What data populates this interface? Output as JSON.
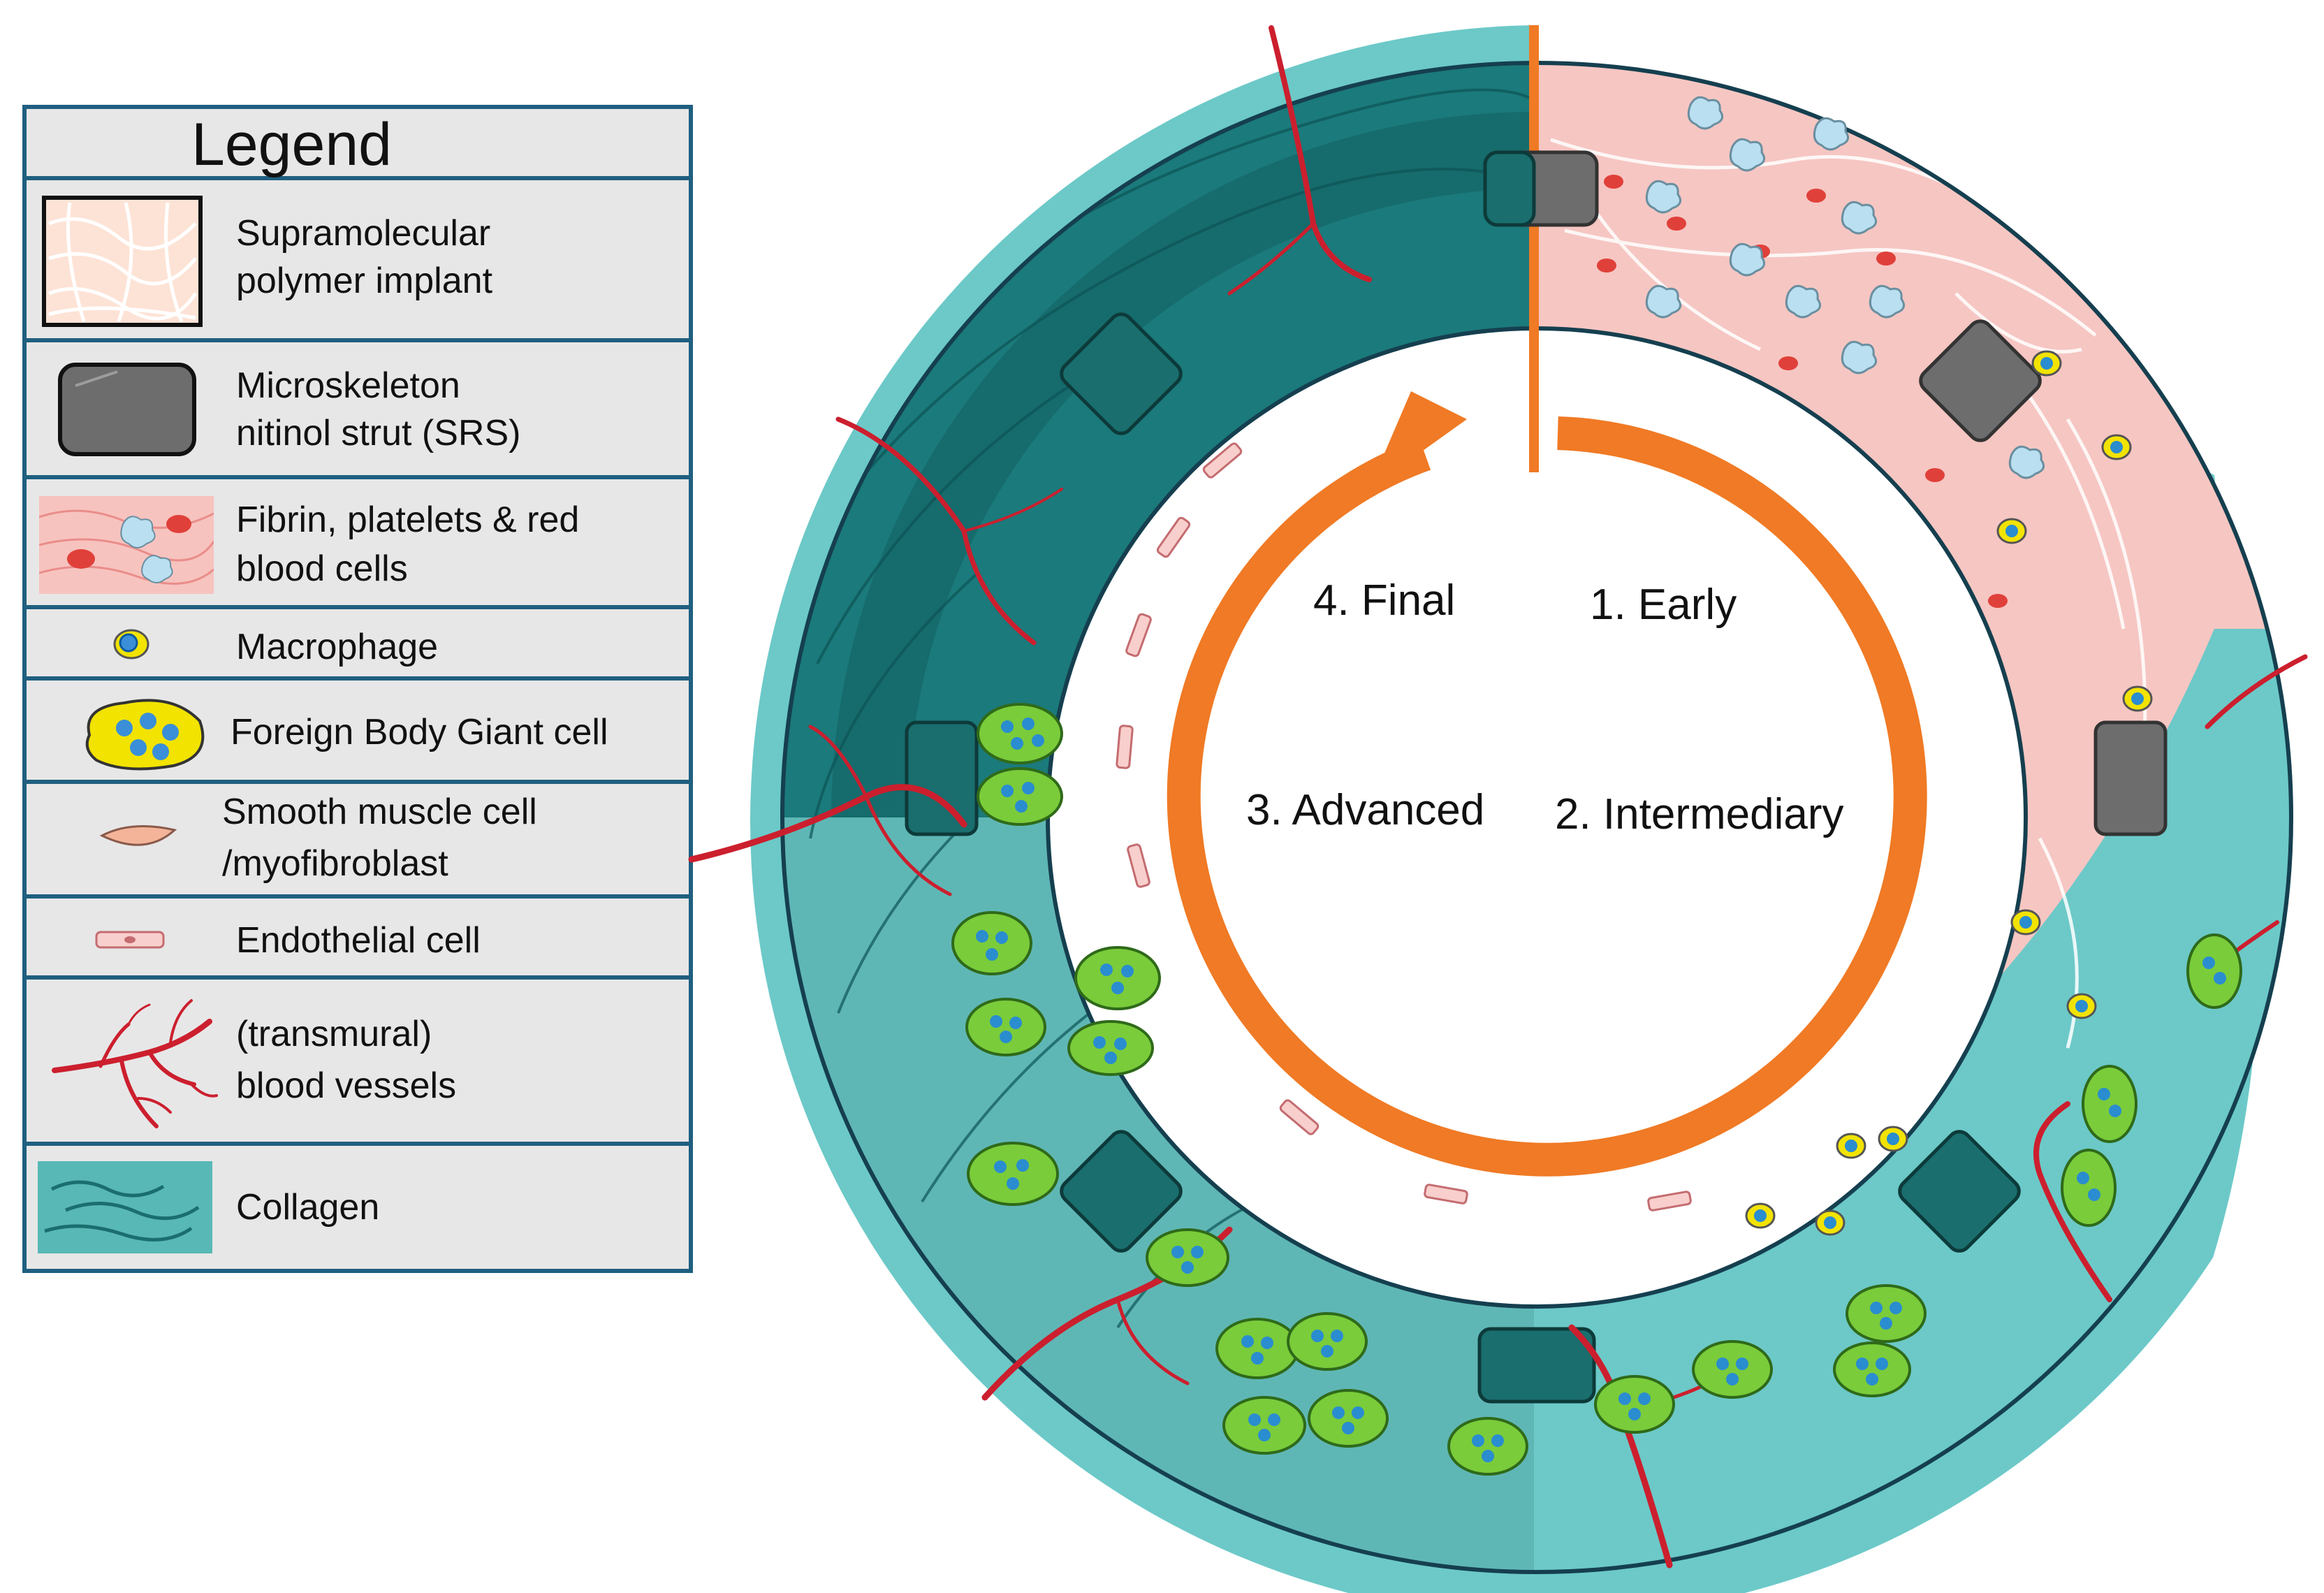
{
  "legend": {
    "title": "Legend",
    "items": [
      {
        "id": "implant",
        "line1": "Supramolecular",
        "line2": "polymer implant"
      },
      {
        "id": "strut",
        "line1": "Microskeleton",
        "line2": "nitinol strut (SRS)"
      },
      {
        "id": "fibrin",
        "line1": "Fibrin, platelets &  red",
        "line2": "blood cells"
      },
      {
        "id": "macrophage",
        "line1": "Macrophage"
      },
      {
        "id": "fbgc",
        "line1": "Foreign Body Giant cell"
      },
      {
        "id": "smc",
        "line1": "Smooth muscle cell",
        "line2": "/myofibroblast"
      },
      {
        "id": "endothelial",
        "line1": "Endothelial cell"
      },
      {
        "id": "vessels",
        "line1": "(transmural)",
        "line2": "blood vessels"
      },
      {
        "id": "collagen",
        "line1": "Collagen"
      }
    ]
  },
  "stages": {
    "early": "1. Early",
    "intermediary": "2. Intermediary",
    "advanced": "3. Advanced",
    "final": "4. Final"
  },
  "colors": {
    "legend_border": "#1f5f80",
    "legend_bg": "#e7e7e7",
    "implant_pink": "#f8c8c4",
    "collagen_light": "#6cc9c8",
    "collagen_dark": "#16787a",
    "vessel_red": "#cc1f2e",
    "arrow_orange": "#f07a25",
    "strut_gray": "#6d6d6d",
    "strut_teal": "#1a6e6e",
    "fbgc_green": "#7acc3a",
    "macrophage_yellow": "#f2e300"
  }
}
